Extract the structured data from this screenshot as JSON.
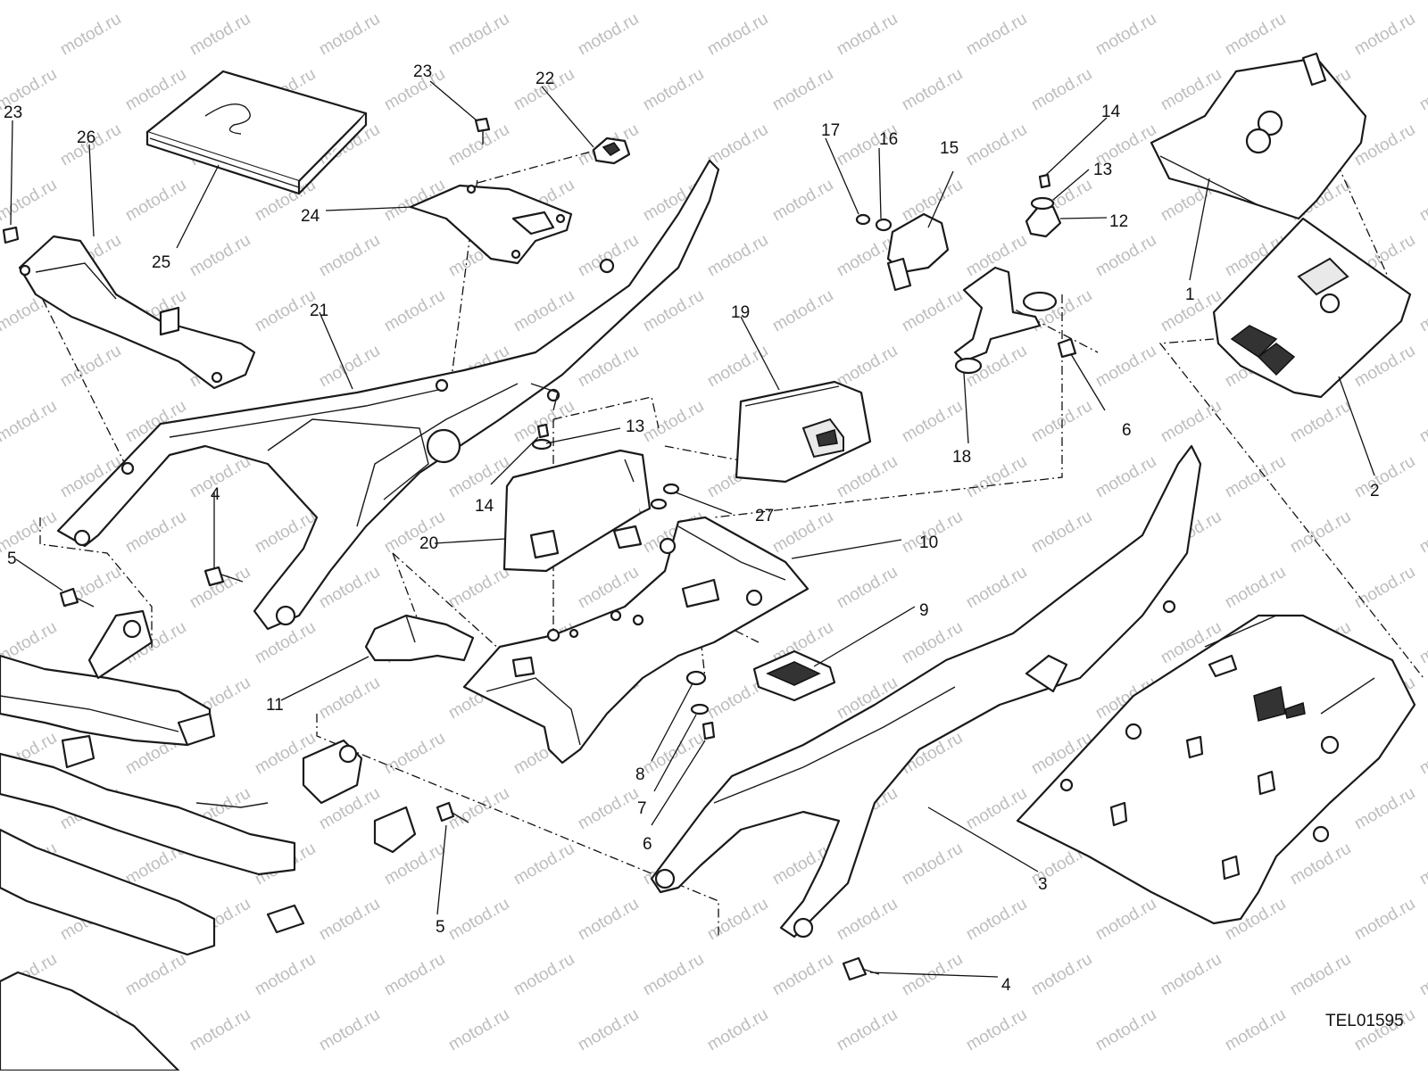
{
  "drawing": {
    "code": "TEL01595",
    "watermark": "motod.ru",
    "callouts": [
      "1",
      "2",
      "3",
      "4",
      "4",
      "5",
      "5",
      "6",
      "6",
      "7",
      "8",
      "9",
      "10",
      "11",
      "12",
      "13",
      "13",
      "14",
      "14",
      "15",
      "16",
      "17",
      "18",
      "19",
      "20",
      "21",
      "22",
      "23",
      "23",
      "24",
      "25",
      "26",
      "27"
    ]
  },
  "colors": {
    "line": "#1a1a1a",
    "watermark": "#bdbdbd",
    "background": "#ffffff"
  }
}
